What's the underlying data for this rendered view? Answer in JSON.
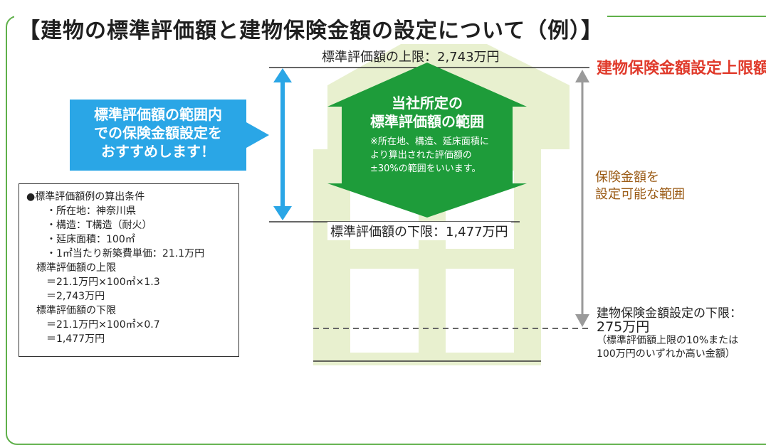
{
  "title": "【建物の標準評価額と建物保険金額の設定について（例）】",
  "diagram": {
    "upper_limit_label": "標準評価額の上限：2,743万円",
    "lower_limit_label": "標準評価額の下限：1,477万円",
    "insurance_upper_label": "建物保険金額設定上限額",
    "range_label_line1": "保険金額を",
    "range_label_line2": "設定可能な範囲",
    "blue_box_lines": [
      "標準評価額の範囲内",
      "での保険金額設定を",
      "おすすめします！"
    ],
    "arrow_title_line1": "当社所定の",
    "arrow_title_line2": "標準評価額の範囲",
    "arrow_note": "※所在地、構造、延床面積により算出された評価額の±30%の範囲をいいます。",
    "insurance_lower_label": "建物保険金額設定の下限：",
    "insurance_lower_value": "275万円",
    "insurance_lower_note_1": "（標準評価額上限の10%または",
    "insurance_lower_note_2": "100万円のいずれか高い金額）"
  },
  "conditions": {
    "heading": "●標準評価額例の算出条件",
    "items": [
      "・所在地：神奈川県",
      "・構造：T構造（耐火）",
      "・延床面積：100㎡",
      "・1㎡当たり新築費単価：21.1万円"
    ],
    "upper_heading": "標準評価額の上限",
    "upper_formula": "＝21.1万円×100㎡×1.3",
    "upper_result": "＝2,743万円",
    "lower_heading": "標準評価額の下限",
    "lower_formula": "＝21.1万円×100㎡×0.7",
    "lower_result": "＝1,477万円"
  },
  "colors": {
    "frame": "#5fb04a",
    "house": "#e8f0cf",
    "green_arrow": "#1e9c3a",
    "blue": "#2aa6e6",
    "red": "#e03a2b",
    "gray_arrow": "#9a9a9a"
  }
}
